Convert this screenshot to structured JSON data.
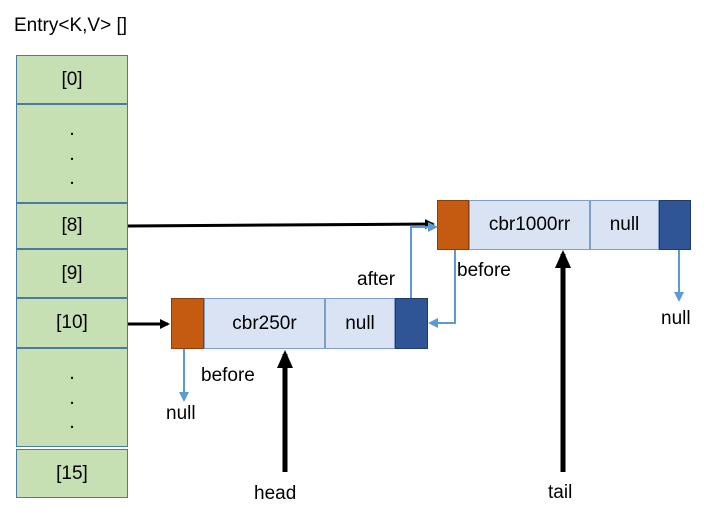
{
  "title": "Entry<K,V> []",
  "table": {
    "rows": [
      "[0]",
      "[8]",
      "[9]",
      "[10]",
      "[15]"
    ],
    "dot": "."
  },
  "node_a": {
    "key": "cbr1000rr",
    "value": "null"
  },
  "node_b": {
    "key": "cbr250r",
    "value": "null"
  },
  "labels": {
    "after": "after",
    "before_a": "before",
    "before_b": "before",
    "null_a": "null",
    "null_b": "null",
    "head": "head",
    "tail": "tail"
  },
  "colors": {
    "table_fill": "#c6e0b4",
    "before_fill": "#c55a11",
    "entry_fill": "#dae3f3",
    "after_fill": "#2f5597",
    "link_color": "#5b9bd5",
    "pointer_color": "#000000"
  }
}
